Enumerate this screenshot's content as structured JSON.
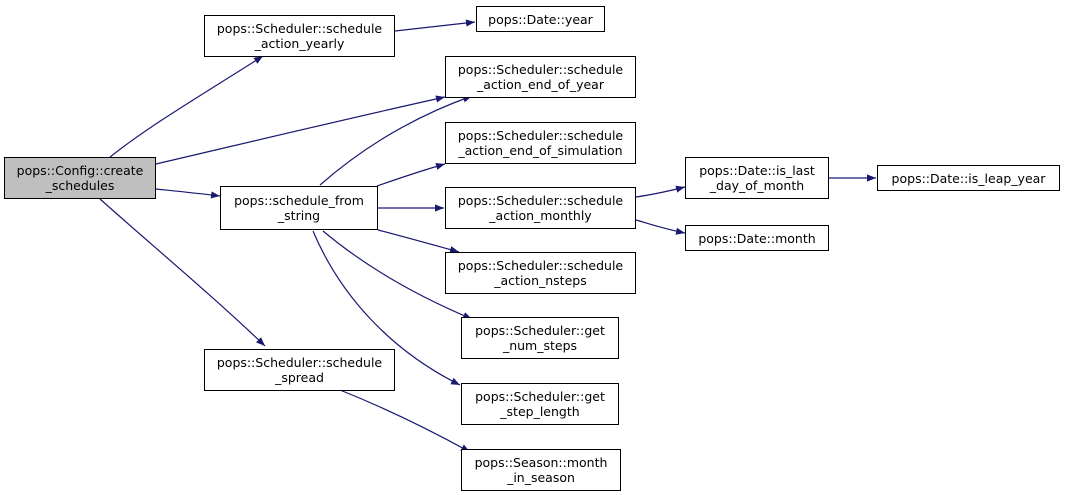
{
  "colors": {
    "edge": "#191970",
    "root_fill": "#bfbfbf",
    "node_fill": "#ffffff",
    "border": "#000000"
  },
  "nodes": {
    "create_schedules": "pops::Config::create\n_schedules",
    "schedule_action_yearly": "pops::Scheduler::schedule\n_action_yearly",
    "date_year": "pops::Date::year",
    "schedule_action_end_of_year": "pops::Scheduler::schedule\n_action_end_of_year",
    "schedule_from_string": "pops::schedule_from\n_string",
    "schedule_action_end_of_simulation": "pops::Scheduler::schedule\n_action_end_of_simulation",
    "schedule_action_monthly": "pops::Scheduler::schedule\n_action_monthly",
    "date_is_last_day_of_month": "pops::Date::is_last\n_day_of_month",
    "date_is_leap_year": "pops::Date::is_leap_year",
    "date_month": "pops::Date::month",
    "schedule_action_nsteps": "pops::Scheduler::schedule\n_action_nsteps",
    "get_num_steps": "pops::Scheduler::get\n_num_steps",
    "schedule_spread": "pops::Scheduler::schedule\n_spread",
    "get_step_length": "pops::Scheduler::get\n_step_length",
    "season_month_in_season": "pops::Season::month\n_in_season"
  }
}
